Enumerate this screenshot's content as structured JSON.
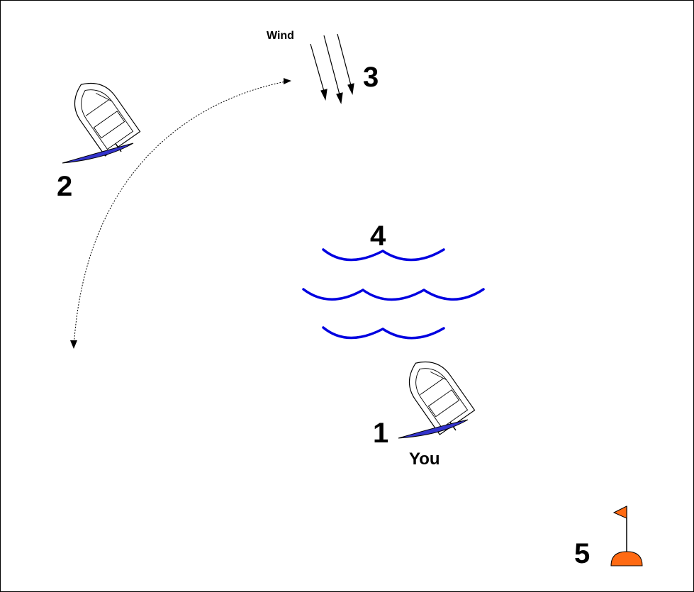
{
  "labels": {
    "wind": "Wind",
    "you": "You",
    "n1": "1",
    "n2": "2",
    "n3": "3",
    "n4": "4",
    "n5": "5"
  },
  "colors": {
    "water": "#0000e0",
    "sail": "#3333cc",
    "buoy": "#ff6a13",
    "line": "#000000"
  },
  "icons": [
    "boat-icon",
    "wind-arrows-icon",
    "waves-icon",
    "flag-buoy-icon",
    "turn-arrow-icon"
  ]
}
